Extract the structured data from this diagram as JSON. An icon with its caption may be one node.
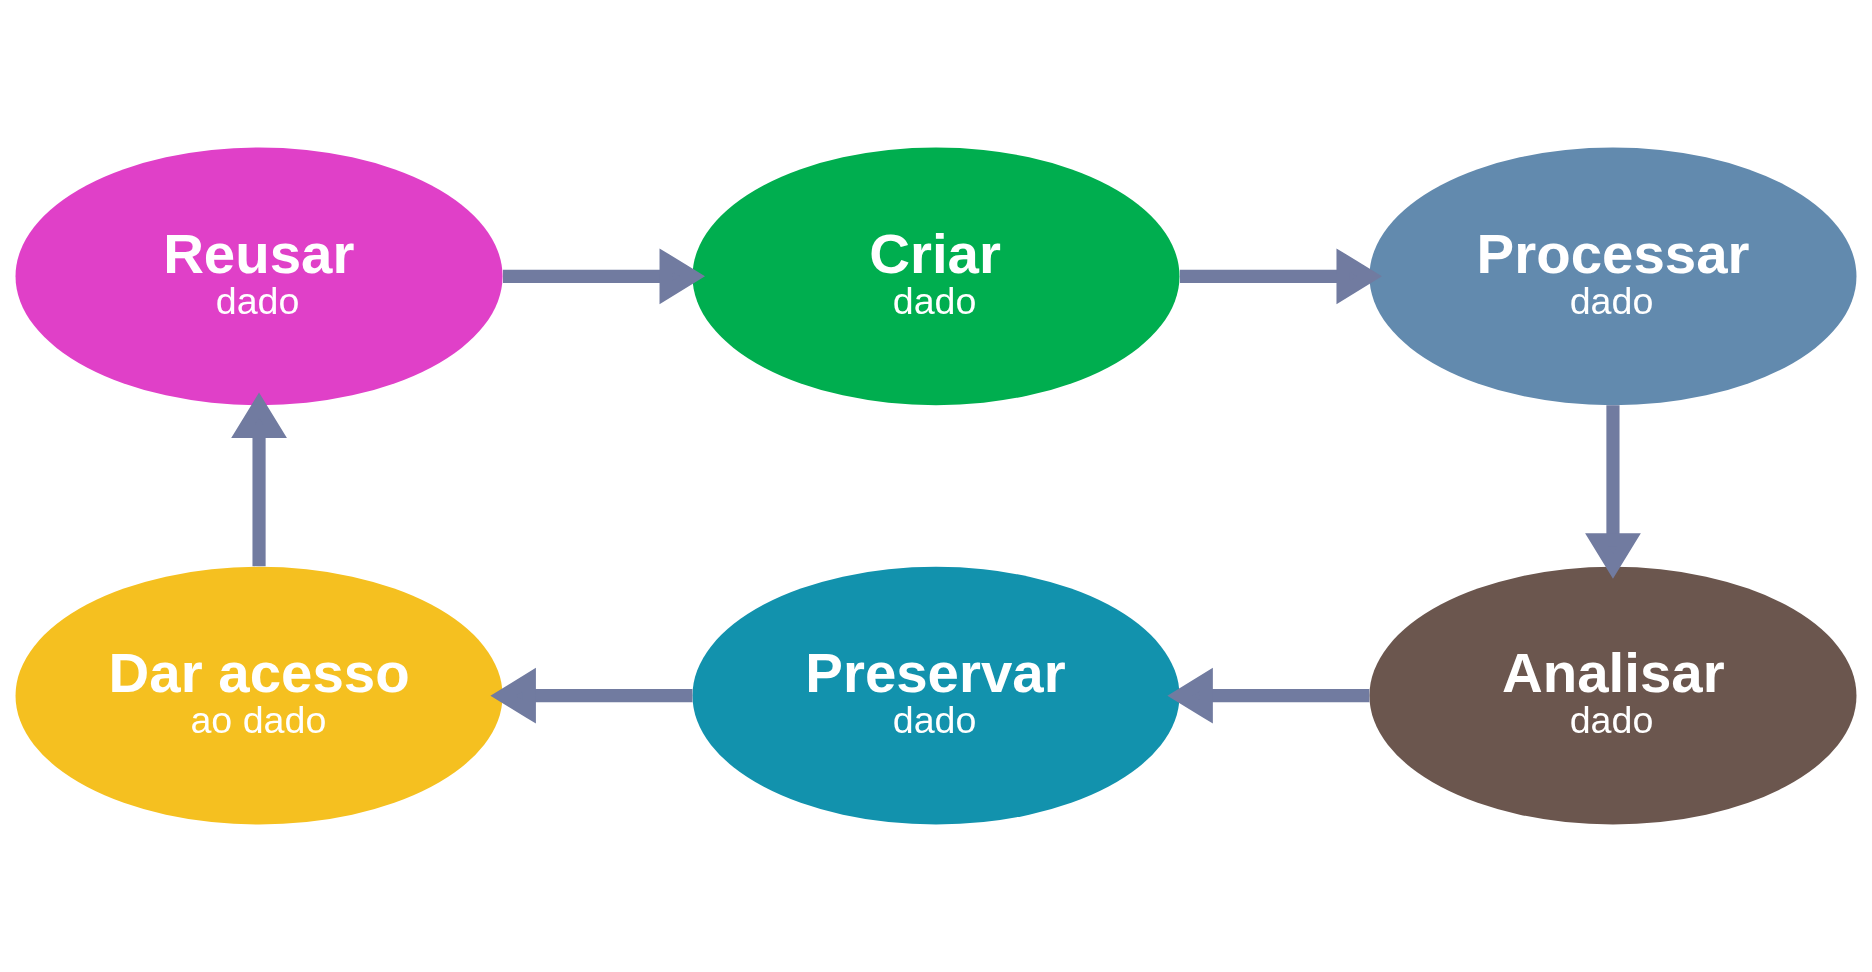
{
  "diagram": {
    "nodes": [
      {
        "text": [
          "Criar",
          "dado"
        ]
      },
      {
        "text": [
          "Processar",
          "dado"
        ]
      },
      {
        "text": [
          "Analisar",
          "dado"
        ]
      },
      {
        "text": [
          "Preservar",
          "dado"
        ]
      },
      {
        "text": [
          "Dar acesso",
          "ao dado"
        ]
      },
      {
        "text": [
          "Reusar",
          "dado"
        ]
      }
    ],
    "edges": [
      {
        "from": 0,
        "to": 1,
        "arrow": "to"
      },
      {
        "from": 1,
        "to": 2,
        "arrow": "to"
      },
      {
        "from": 2,
        "to": 3,
        "arrow": "to"
      },
      {
        "from": 3,
        "to": 4,
        "arrow": "to"
      },
      {
        "from": 4,
        "to": 5,
        "arrow": "to"
      },
      {
        "from": 5,
        "to": 0,
        "arrow": "to"
      }
    ]
  }
}
